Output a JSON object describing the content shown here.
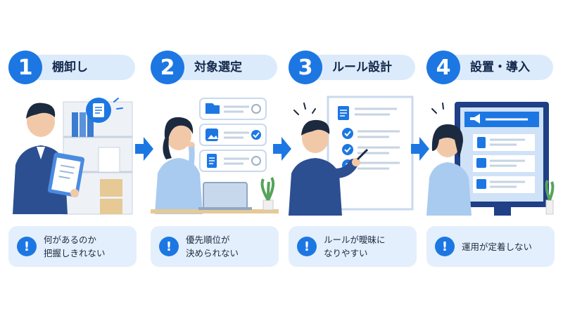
{
  "steps": [
    {
      "number": "1",
      "title": "棚卸し",
      "problem": "何があるのか\n把握しきれない",
      "scene": "person-with-clipboard-at-shelf"
    },
    {
      "number": "2",
      "title": "対象選定",
      "problem": "優先順位が\n決められない",
      "scene": "person-thinking-at-laptop-with-cards"
    },
    {
      "number": "3",
      "title": "ルール設計",
      "problem": "ルールが曖昧に\nなりやすい",
      "scene": "person-pointing-at-checklist-board"
    },
    {
      "number": "4",
      "title": "設置・導入",
      "problem": "運用が定着しない",
      "scene": "person-viewing-digital-signage"
    }
  ],
  "icons": {
    "problem": "exclamation-icon",
    "arrow": "arrow-right-icon"
  },
  "colors": {
    "accent": "#1c77e3",
    "pill": "#dcebfb",
    "problem_bg": "#e3effc",
    "title": "#14294d"
  }
}
